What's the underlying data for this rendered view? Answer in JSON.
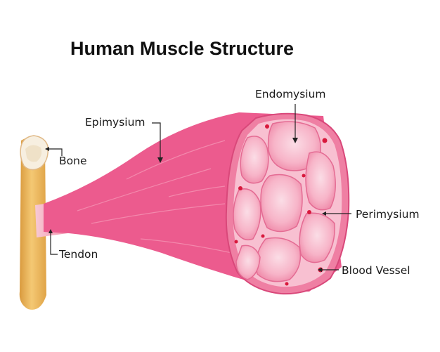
{
  "title": "Human Muscle Structure",
  "labels": {
    "epimysium": "Epimysium",
    "endomysium": "Endomysium",
    "bone": "Bone",
    "tendon": "Tendon",
    "perimysium": "Perimysium",
    "blood_vessel": "Blood Vessel"
  },
  "colors": {
    "muscle": "#ec5b8e",
    "fascicle": "#f6a7bf",
    "blood_dot": "#d8183c",
    "bone": "#e8b35d",
    "tendon": "#f7c3cf",
    "leader": "#222222"
  }
}
